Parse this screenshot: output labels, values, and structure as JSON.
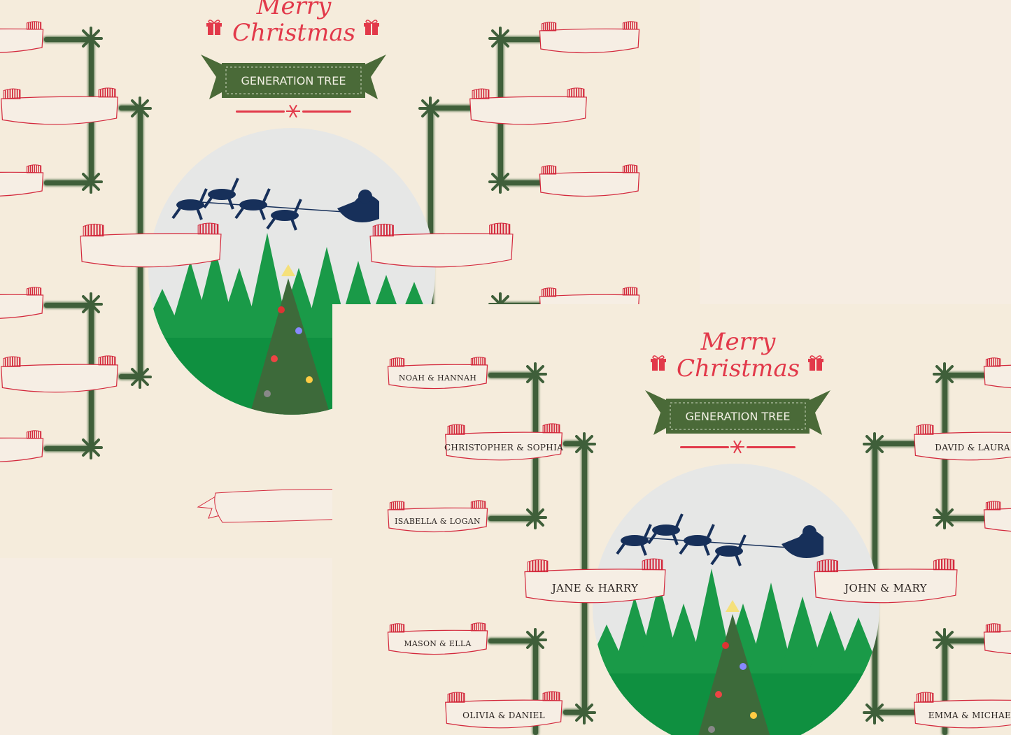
{
  "title": {
    "line1": "Merry",
    "line2": "Christmas",
    "banner": "GENERATION TREE"
  },
  "colors": {
    "card_bg": "#f5ecdc",
    "page_bg": "#f6ede2",
    "red": "#e2394a",
    "ribbon_green": "#4a6a38",
    "garland": "#3f5f3a",
    "trees": "#0f9040",
    "reindeer": "#17305a"
  },
  "icons": [
    "gift-icon",
    "snowflake-icon",
    "reindeer-sleigh-icon",
    "christmas-tree-icon",
    "star-icon"
  ],
  "front_card": {
    "names": {
      "left_small_1": "Noah & Hannah",
      "left_medium_1": "Christopher & Sophia",
      "left_small_2": "Isabella & Logan",
      "left_big": "Jane & Harry",
      "left_small_3": "Mason & Ella",
      "left_medium_2": "Olivia & Daniel",
      "right_big": "John & Mary",
      "right_medium_1": "David & Laura",
      "right_medium_2": "Emma & Michael"
    }
  }
}
